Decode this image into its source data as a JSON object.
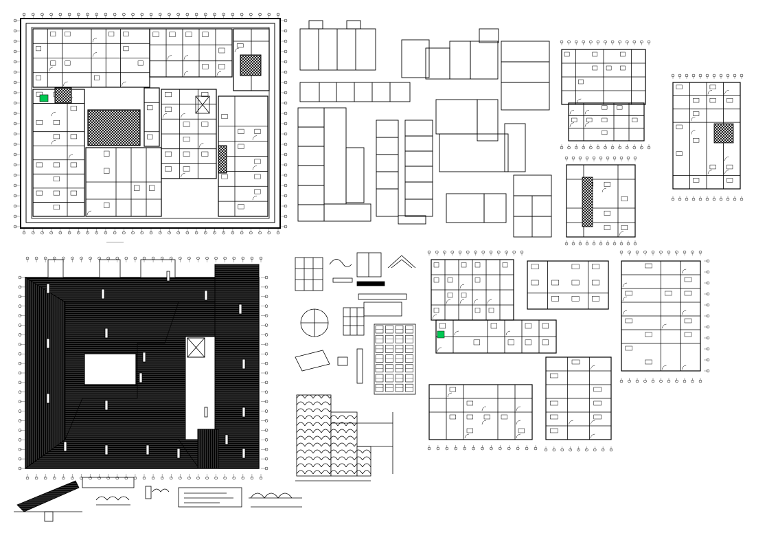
{
  "sheet": {
    "background": "#ffffff",
    "ink": "#000000",
    "highlight": "#00c853"
  },
  "drawings": [
    {
      "id": "main-floor-plan",
      "kind": "plan"
    },
    {
      "id": "zoning-block-diagram",
      "kind": "blocks"
    },
    {
      "id": "area-block-diagram",
      "kind": "blocks"
    },
    {
      "id": "wing-plan-top-right",
      "kind": "plan"
    },
    {
      "id": "wing-plan-far-right",
      "kind": "plan"
    },
    {
      "id": "wing-plan-middle",
      "kind": "plan"
    },
    {
      "id": "roof-plan",
      "kind": "roof"
    },
    {
      "id": "roof-details",
      "kind": "detail"
    },
    {
      "id": "tile-roof-detail",
      "kind": "detail"
    },
    {
      "id": "lower-plans",
      "kind": "plan"
    },
    {
      "id": "section-details",
      "kind": "detail"
    }
  ]
}
